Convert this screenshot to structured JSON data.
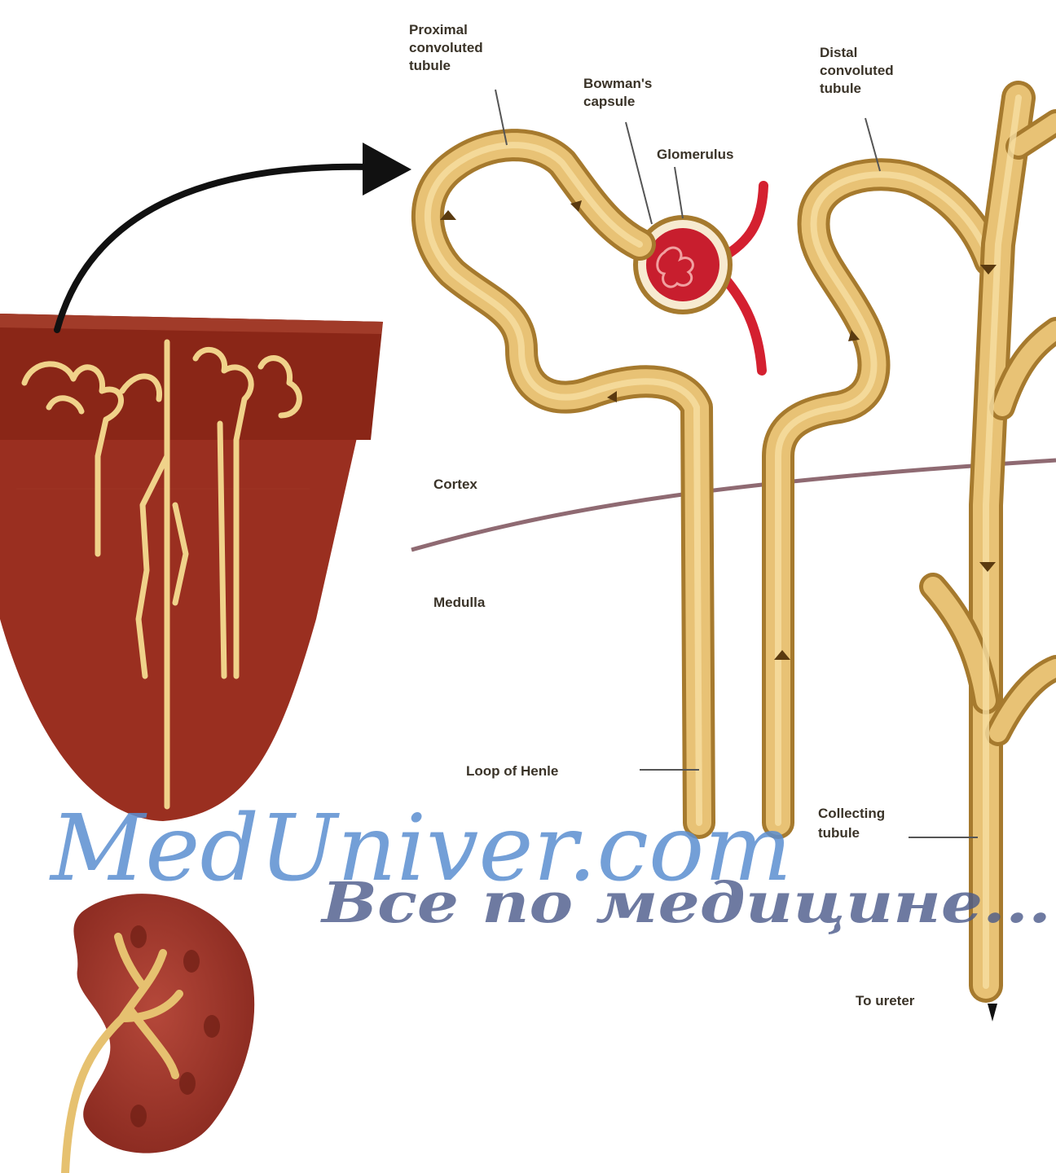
{
  "labels": {
    "proximal": [
      "Proximal",
      "convoluted",
      "tubule"
    ],
    "bowman": [
      "Bowman's",
      "capsule"
    ],
    "glomerulus": "Glomerulus",
    "distal": [
      "Distal",
      "convoluted",
      "tubule"
    ],
    "cortex": "Cortex",
    "medulla": "Medulla",
    "loop": "Loop of Henle",
    "collecting": [
      "Collecting",
      "tubule"
    ],
    "ureter": "To ureter"
  },
  "watermark": {
    "main": "MedUniver.com",
    "sub": "Все по медицине..."
  },
  "colors": {
    "tubule": "#e2b965",
    "tubule_edge": "#a67a2e",
    "tissue_dark": "#8c2a1c",
    "tissue_light": "#b34a2e",
    "blood": "#d42030",
    "boundary": "#8f6a72"
  }
}
